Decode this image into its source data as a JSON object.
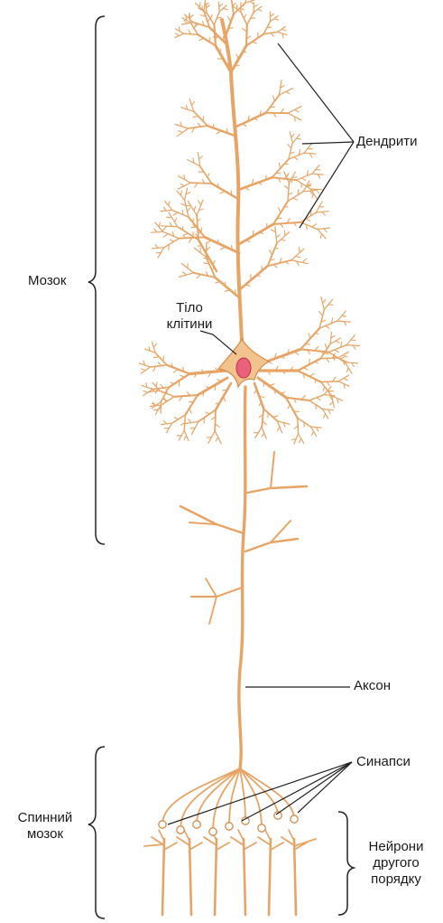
{
  "labels": {
    "brain": "Мозок",
    "dendrites": "Дендрити",
    "cell_body_line1": "Тіло",
    "cell_body_line2": "клітини",
    "axon": "Аксон",
    "synapses": "Синапси",
    "spinal_cord_line1": "Спинний",
    "spinal_cord_line2": "мозок",
    "second_neurons_line1": "Нейрони",
    "second_neurons_line2": "другого",
    "second_neurons_line3": "порядку"
  },
  "colors": {
    "neuron": "#e7a465",
    "neuron_dark": "#d48a47",
    "nucleus": "#e9617a",
    "soma": "#f3c38e",
    "leader": "#222222"
  }
}
